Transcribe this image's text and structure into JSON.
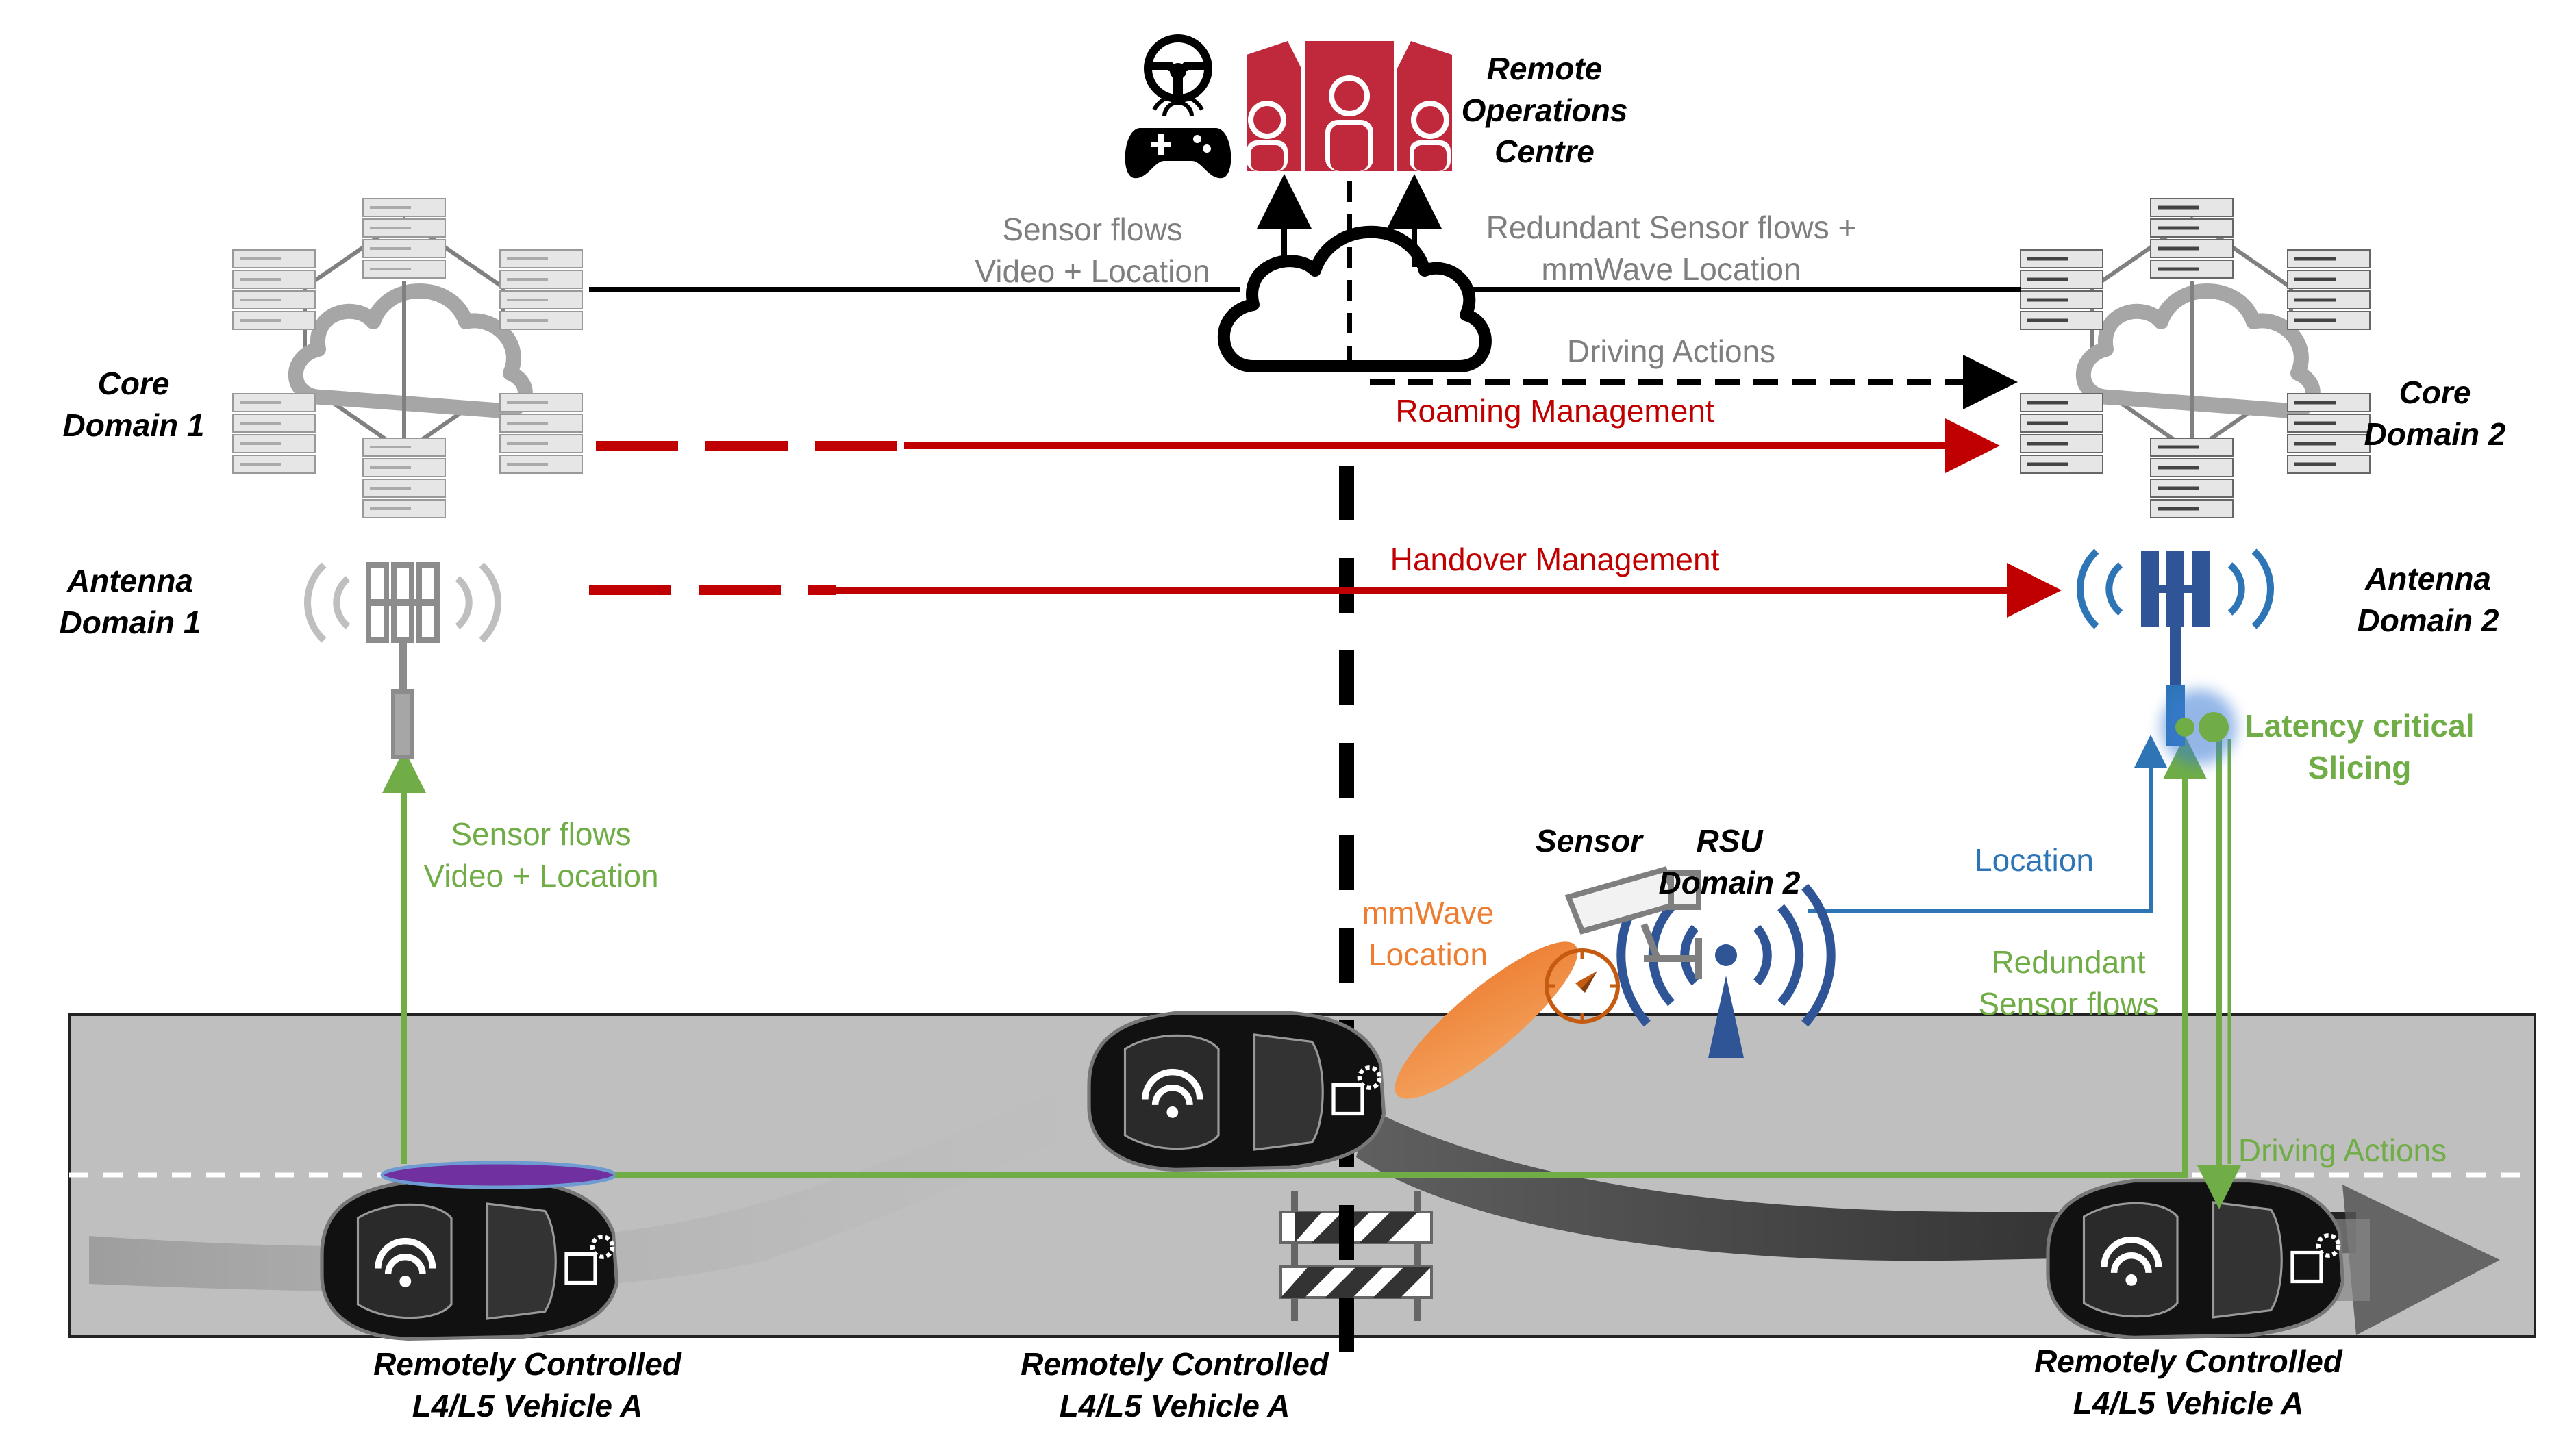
{
  "labels": {
    "remote_ops": [
      "Remote",
      "Operations",
      "Centre"
    ],
    "core1": [
      "Core",
      "Domain 1"
    ],
    "core2": [
      "Core",
      "Domain 2"
    ],
    "antenna1": [
      "Antenna",
      "Domain 1"
    ],
    "antenna2": [
      "Antenna",
      "Domain 2"
    ],
    "sensor_flows_top": [
      "Sensor flows",
      "Video + Location"
    ],
    "redundant_top": [
      "Redundant Sensor flows +",
      "mmWave Location"
    ],
    "driving_actions_top": "Driving Actions",
    "roaming": "Roaming Management",
    "handover": "Handover Management",
    "latency": [
      "Latency critical",
      "Slicing"
    ],
    "sensor_flows_left": [
      "Sensor flows",
      "Video + Location"
    ],
    "sensor": "Sensor",
    "rsu": [
      "RSU",
      "Domain 2"
    ],
    "location": "Location",
    "mmwave": [
      "mmWave",
      "Location"
    ],
    "redundant_bottom": [
      "Redundant",
      "Sensor flows"
    ],
    "driving_actions_bottom": "Driving Actions",
    "vehicle_left": [
      "Remotely Controlled",
      "L4/L5 Vehicle A"
    ],
    "vehicle_mid": [
      "Remotely Controlled",
      "L4/L5 Vehicle A"
    ],
    "vehicle_right": [
      "Remotely Controlled",
      "L4/L5 Vehicle A"
    ]
  },
  "colors": {
    "dark_red": "#c00000",
    "crimson_ops": "#c0283c",
    "green": "#70ad47",
    "blue": "#2e75b6",
    "antenna_blue": "#2f5597",
    "orange": "#ed7d31",
    "grey_text": "#7f7f7f",
    "purple_sensor": "#7030a0",
    "road": "#bfbfbf"
  },
  "icons": [
    "steering-wheel-icon",
    "gamepad-icon",
    "operators-icon",
    "cloud-icon",
    "server-rack-icon",
    "antenna-tower-icon",
    "rsu-antenna-icon",
    "camera-sensor-icon",
    "compass-icon",
    "car-icon",
    "wifi-icon",
    "chip-gear-icon",
    "road-barrier-icon"
  ]
}
